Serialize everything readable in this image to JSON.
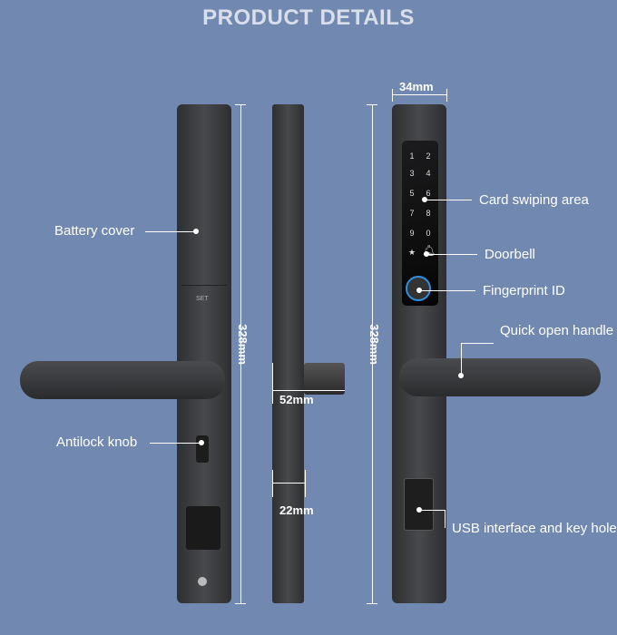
{
  "title": "PRODUCT DETAILS",
  "labels": {
    "battery_cover": "Battery cover",
    "antilock_knob": "Antilock knob",
    "card_swiping_area": "Card swiping area",
    "doorbell": "Doorbell",
    "fingerprint_id": "Fingerprint ID",
    "quick_open_handle": "Quick open handle",
    "usb_key_hole": "USB interface and key hole"
  },
  "dimensions": {
    "height_left": "328mm",
    "height_right": "328mm",
    "width_top": "34mm",
    "handle_depth": "52mm",
    "thickness": "22mm"
  },
  "keypad": [
    "1",
    "2",
    "3",
    "4",
    "5",
    "6",
    "7",
    "8",
    "9",
    "0",
    "★"
  ],
  "set_label": "SET"
}
